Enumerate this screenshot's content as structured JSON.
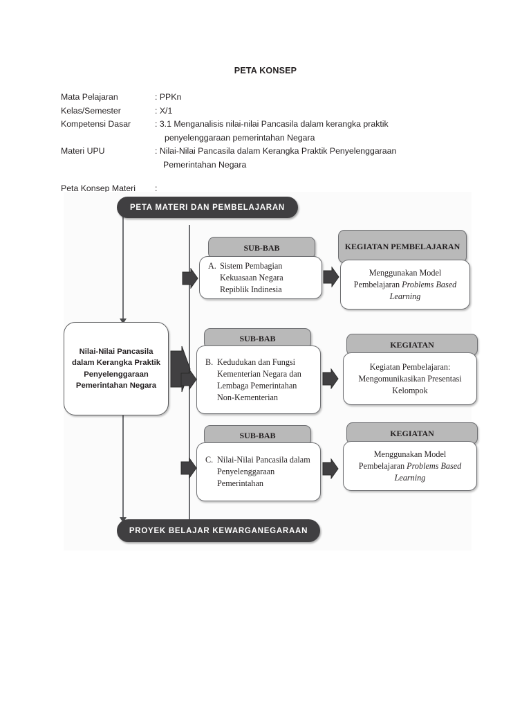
{
  "document": {
    "title": "PETA KONSEP",
    "meta": [
      {
        "label": "Mata Pelajaran",
        "value": ": PPKn"
      },
      {
        "label": "Kelas/Semester",
        "value": ": X/1"
      },
      {
        "label": "Kompetensi Dasar",
        "value": ": 3.1 Menganalisis nilai-nilai Pancasila dalam kerangka praktik",
        "continuation": "penyelenggaraan pemerintahan Negara"
      },
      {
        "label": "Materi UPU",
        "value": ": Nilai-Nilai Pancasila dalam Kerangka Praktik Penyelenggaraan",
        "continuation": "Pemerintahan Negara"
      },
      {
        "label": "Peta Konsep Materi",
        "value": ":"
      }
    ]
  },
  "diagram": {
    "top_pill": "PETA MATERI DAN PEMBELAJARAN",
    "bottom_pill": "PROYEK BELAJAR KEWARGANEGARAAN",
    "center_node": "Nilai-Nilai Pancasila dalam Kerangka Praktik Penyelenggaraan Pemerintahan Negara",
    "colors": {
      "pill_fill": "#403f41",
      "pill_text": "#ffffff",
      "header_fill": "#b9b9b9",
      "box_fill": "#ffffff",
      "outline": "#6d6e71",
      "arrow_fill": "#414042",
      "canvas": "#fbfbfb"
    },
    "rows": [
      {
        "subbab_header": "SUB-BAB",
        "subbab_mark": "A.",
        "subbab_text": "Sistem Pembagian Kekuasaan Negara Repiblik Indinesia",
        "kegiatan_header": "KEGIATAN PEMBELAJARAN",
        "kegiatan_text_pre": "Menggunakan Model Pembelajaran ",
        "kegiatan_text_italic": "Problems Based Learning",
        "kegiatan_text_post": ""
      },
      {
        "subbab_header": "SUB-BAB",
        "subbab_mark": "B.",
        "subbab_text": "Kedudukan dan Fungsi Kementerian Negara dan Lembaga Pemerintahan Non-Kementerian",
        "kegiatan_header": "KEGIATAN",
        "kegiatan_text_pre": "Kegiatan Pembelajaran: Mengomunikasikan Presentasi Kelompok",
        "kegiatan_text_italic": "",
        "kegiatan_text_post": ""
      },
      {
        "subbab_header": "SUB-BAB",
        "subbab_mark": "C.",
        "subbab_text": "Nilai-Nilai Pancasila dalam Penyelenggaraan Pemerintahan",
        "kegiatan_header": "KEGIATAN",
        "kegiatan_text_pre": "Menggunakan Model Pembelajaran ",
        "kegiatan_text_italic": "Problems Based Learning",
        "kegiatan_text_post": ""
      }
    ]
  }
}
